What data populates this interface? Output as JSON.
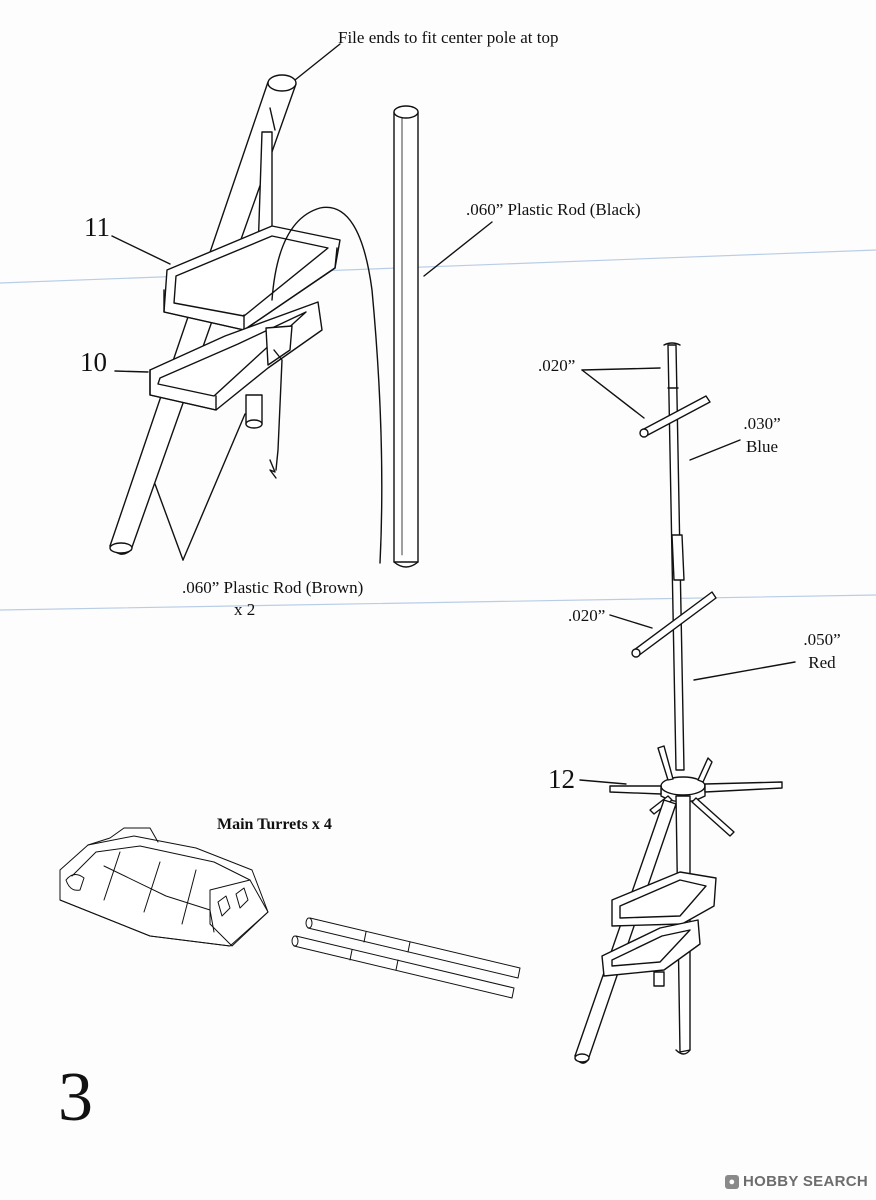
{
  "labels": {
    "file_ends": "File ends to fit center pole at top",
    "rod_black": ".060” Plastic Rod (Black)",
    "part_11": "11",
    "part_10": "10",
    "rod_brown": ".060” Plastic Rod (Brown)",
    "rod_brown_qty": "x 2",
    "rod_020_top": ".020”",
    "rod_030": ".030”",
    "rod_030_color": "Blue",
    "rod_020_mid": ".020”",
    "rod_050": ".050”",
    "rod_050_color": "Red",
    "part_12": "12",
    "main_turrets": "Main Turrets x 4",
    "step_number": "3"
  },
  "watermark": {
    "brand": "HOBBY SEARCH",
    "icon": "hobby-search-logo-icon"
  },
  "colors": {
    "ink": "#111111",
    "scan_line": "#b9cde6",
    "watermark": "#6d6d6d"
  }
}
